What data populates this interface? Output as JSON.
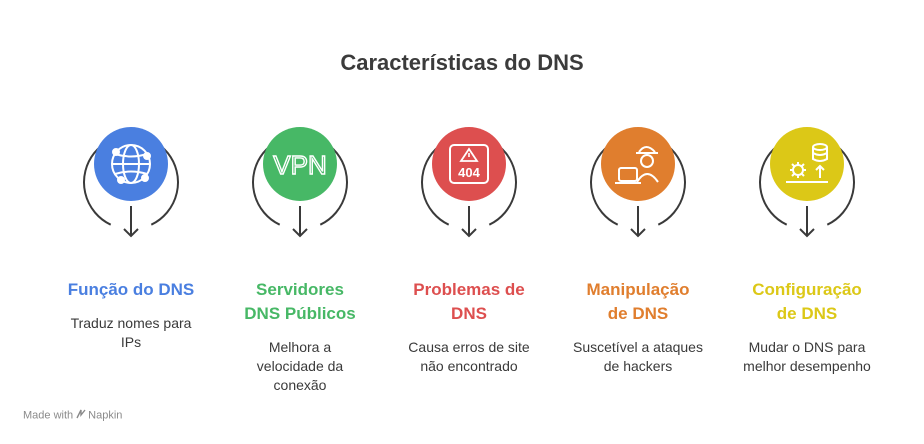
{
  "title": "Características do DNS",
  "items": [
    {
      "label_lines": [
        "Função do DNS"
      ],
      "desc_lines": [
        "Traduz nomes para",
        "IPs"
      ],
      "color": "#4a7fe0",
      "icon": "globe-network-icon"
    },
    {
      "label_lines": [
        "Servidores",
        "DNS Públicos"
      ],
      "desc_lines": [
        "Melhora a",
        "velocidade da",
        "conexão"
      ],
      "color": "#47b866",
      "icon": "vpn-icon",
      "icon_text": "VPN"
    },
    {
      "label_lines": [
        "Problemas de",
        "DNS"
      ],
      "desc_lines": [
        "Causa erros de site",
        "não encontrado"
      ],
      "color": "#dd4f4f",
      "icon": "error-404-icon",
      "icon_text": "404"
    },
    {
      "label_lines": [
        "Manipulação",
        "de DNS"
      ],
      "desc_lines": [
        "Suscetível a ataques",
        "de hackers"
      ],
      "color": "#e07e2e",
      "icon": "hacker-icon"
    },
    {
      "label_lines": [
        "Configuração",
        "de DNS"
      ],
      "desc_lines": [
        "Mudar o DNS para",
        "melhor desempenho"
      ],
      "color": "#dcc817",
      "icon": "database-config-icon"
    }
  ],
  "footer": {
    "made_with": "Made with",
    "brand": "Napkin"
  }
}
